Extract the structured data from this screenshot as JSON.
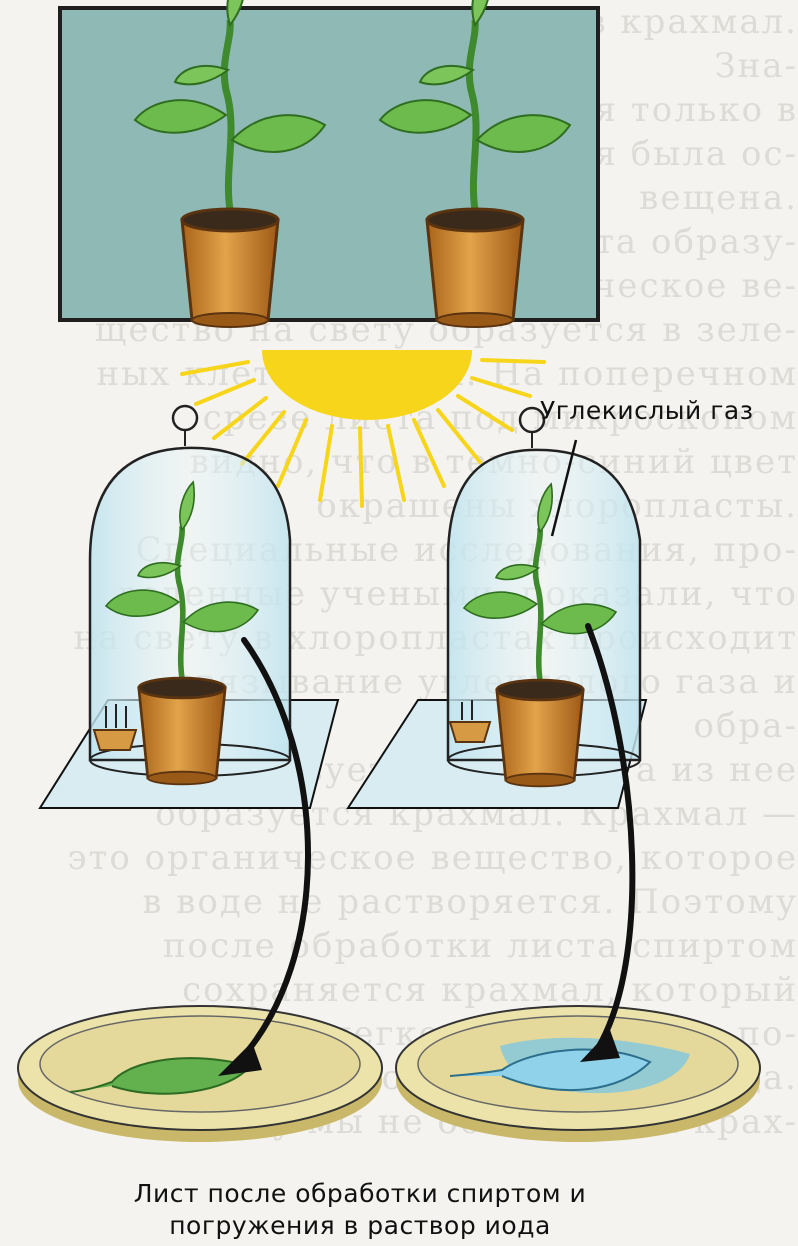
{
  "background_text": "от воде превращается в крахмал. Зна-\nчит, крахмал образовался только в\nтой части листа, которая была ос-\nвещена.\nВ каких органах листа образу-\nется крахмал? Органическое ве-\nщество на свету образуется в зеле-\nных клетках листа. На поперечном\nсрезе листа под микроскопом\nвидно, что в темно-синий цвет\nокрашены хлоропласты.\nСпециальные исследования, про-\nведенные учеными, показали, что\nна свету в хлоропластах происходит\nсвязывание углекислого газа и обра-\nзуется глюкоза, а из нее\nобразуется крахмал. Крахмал —\nэто органическое вещество, которое\nв воде не растворяется. Поэтому\nпосле обработки листа спиртом\nсохраняется крахмал, который\nудается легко обнаружить с по-\nмощью раствора иода.\nПочему мы не обнаружили крах-",
  "labels": {
    "co2": "Углекислый газ",
    "caption_line1": "Лист после обработки спиртом и",
    "caption_line2": "погружения в раствор иода"
  },
  "colors": {
    "panel": "#8fb9b4",
    "sun": "#f7d51a",
    "pot": "#c8862c",
    "leaf": "#5fae45",
    "leaf_starch": "#8fd2ea",
    "dish": "#e7dca0"
  }
}
